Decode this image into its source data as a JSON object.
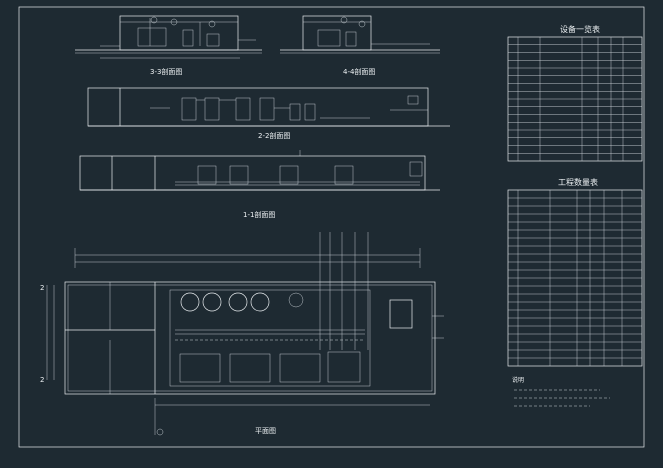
{
  "views": {
    "section_3_3": "3-3剖面图",
    "section_4_4": "4-4剖面图",
    "section_2_2": "2-2剖面图",
    "section_1_1": "1-1剖面图",
    "plan": "平面图"
  },
  "equipment_table": {
    "title": "设备一览表",
    "rows": 16
  },
  "process_table": {
    "title": "工程数量表",
    "rows": 22
  },
  "notes_heading": "说明"
}
